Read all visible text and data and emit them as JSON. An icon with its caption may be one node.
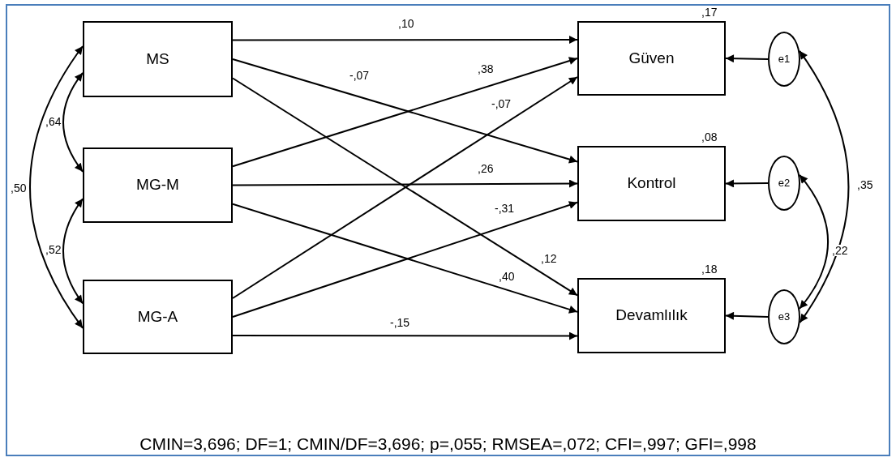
{
  "diagram": {
    "caption": "CMIN=3,696; DF=1; CMIN/DF=3,696; p=,055; RMSEA=,072; CFI=,997; GFI=,998",
    "nodes": [
      {
        "text": [
          "MS"
        ]
      },
      {
        "text": [
          "MG-M"
        ]
      },
      {
        "text": [
          "MG-A"
        ]
      },
      {
        "text": [
          "Güven"
        ],
        "beside": [
          ",17"
        ]
      },
      {
        "text": [
          "Kontrol"
        ],
        "beside": [
          ",08"
        ]
      },
      {
        "text": [
          "Devamlılık"
        ],
        "beside": [
          ",18"
        ]
      },
      {
        "text": [
          "e1"
        ]
      },
      {
        "text": [
          "e2"
        ]
      },
      {
        "text": [
          "e3"
        ]
      }
    ],
    "edges": [
      {
        "from": 0,
        "to": 3,
        "arrow": "to",
        "label": ",10"
      },
      {
        "from": 0,
        "to": 4,
        "arrow": "to",
        "label": "-,07"
      },
      {
        "from": 0,
        "to": 5,
        "arrow": "to",
        "label": ",12"
      },
      {
        "from": 1,
        "to": 3,
        "arrow": "to",
        "label": ",38"
      },
      {
        "from": 1,
        "to": 4,
        "arrow": "to",
        "label": ",26"
      },
      {
        "from": 1,
        "to": 5,
        "arrow": "to",
        "label": ",40"
      },
      {
        "from": 2,
        "to": 3,
        "arrow": "to",
        "label": "-,07"
      },
      {
        "from": 2,
        "to": 4,
        "arrow": "to",
        "label": "-,31"
      },
      {
        "from": 2,
        "to": 5,
        "arrow": "to",
        "label": "-,15"
      },
      {
        "from": 6,
        "to": 3,
        "arrow": "to"
      },
      {
        "from": 7,
        "to": 4,
        "arrow": "to"
      },
      {
        "from": 8,
        "to": 5,
        "arrow": "to"
      },
      {
        "from": 0,
        "to": 1,
        "arrow": "both",
        "label": ",64"
      },
      {
        "from": 1,
        "to": 2,
        "arrow": "both",
        "label": ",52"
      },
      {
        "from": 0,
        "to": 2,
        "arrow": "both",
        "label": ",50"
      },
      {
        "from": 6,
        "to": 8,
        "arrow": "both",
        "label": ",35"
      },
      {
        "from": 7,
        "to": 8,
        "arrow": "both",
        "label": ",22"
      }
    ]
  }
}
